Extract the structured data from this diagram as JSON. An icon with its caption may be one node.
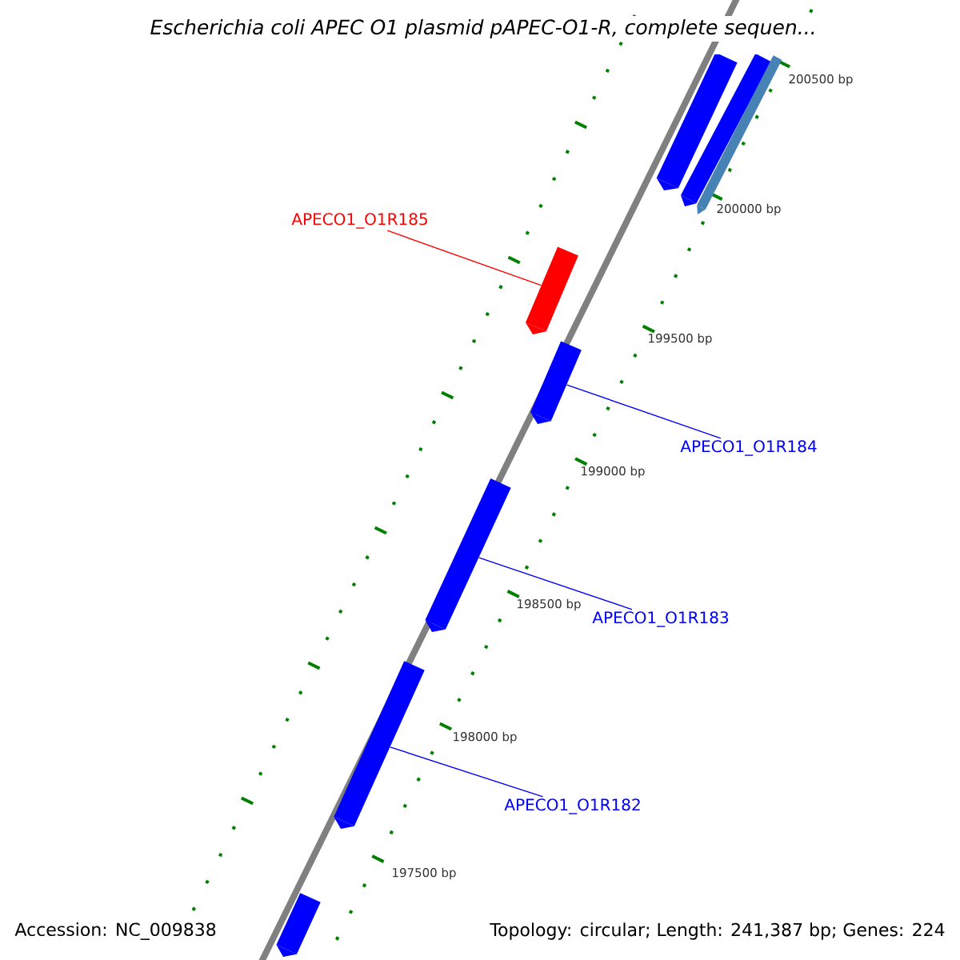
{
  "diagram": {
    "title": "Escherichia coli APEC O1 plasmid pAPEC-O1-R, complete sequen...",
    "nodes": [
      {
        "text": [],
        "shape": "bar"
      },
      {
        "text": [],
        "shape": "bar"
      },
      {
        "text": [],
        "shape": "bar"
      },
      {
        "text": [
          "APECO1_O1R185"
        ]
      },
      {
        "text": [],
        "shape": "bar"
      },
      {
        "text": [],
        "shape": "bar"
      },
      {
        "text": [
          "APECO1_O1R184"
        ]
      },
      {
        "text": [],
        "shape": "bar"
      },
      {
        "text": [
          "APECO1_O1R183"
        ]
      },
      {
        "text": [
          "APECO1_O1R182"
        ]
      },
      {
        "text": [],
        "shape": "bar"
      },
      {
        "text": [],
        "shape": "bar"
      }
    ],
    "edges": [
      {
        "from": 3,
        "to": 4,
        "arrow": "none",
        "color": "#ff0000"
      },
      {
        "from": 6,
        "to": 5,
        "arrow": "none"
      },
      {
        "from": 8,
        "to": 7,
        "arrow": "none"
      },
      {
        "from": 9,
        "to": 10,
        "arrow": "none"
      }
    ],
    "labels": [
      "200500 bp",
      "200000 bp",
      "199500 bp",
      "199000 bp",
      "198500 bp",
      "198000 bp",
      "197500 bp",
      "Accession: NC_009838",
      "Topology: circular; Length: 241,387 bp; Genes: 224"
    ]
  }
}
